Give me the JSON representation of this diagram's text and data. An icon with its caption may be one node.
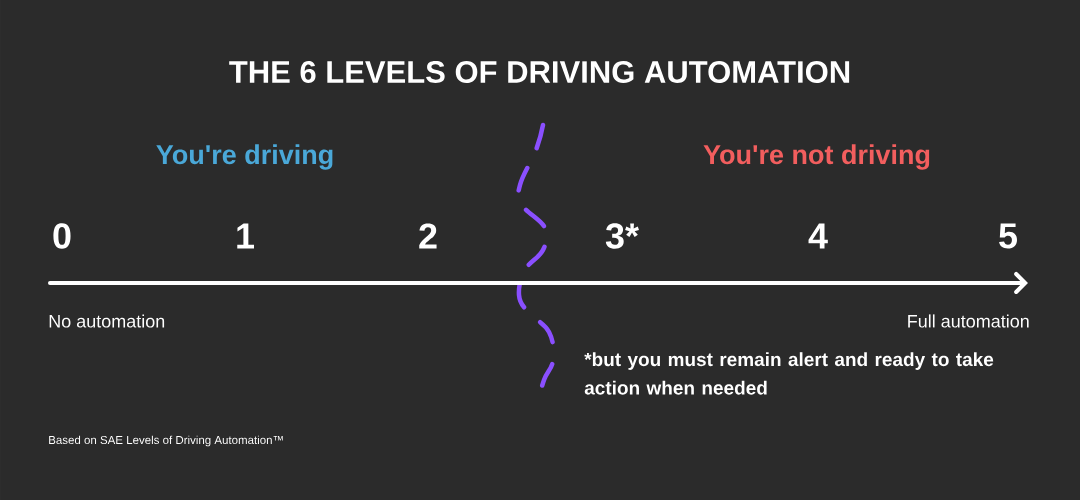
{
  "diagram": {
    "title": "THE 6 LEVELS OF DRIVING AUTOMATION",
    "labels": [
      "You're driving",
      "You're not driving",
      "0",
      "1",
      "2",
      "3*",
      "4",
      "5",
      "No automation",
      "Full automation",
      "*but you must remain alert and ready to take action when needed",
      "Based on SAE Levels of Driving Automation™"
    ]
  }
}
